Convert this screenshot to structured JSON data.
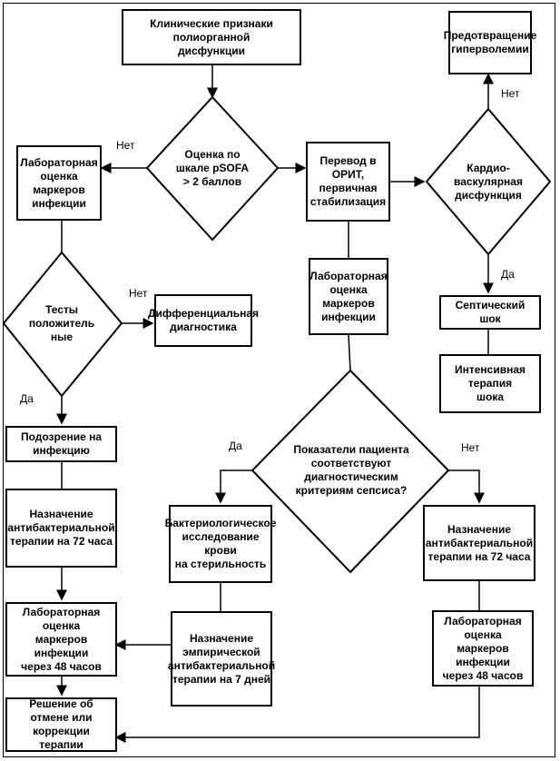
{
  "nodes": {
    "clinical_signs": "Клинические признаки полиорганной\nдисфункции",
    "psofa_decision": "Оценка по\nшкале pSOFA\n> 2 баллов",
    "lab_markers_left": "Лабораторная\nоценка маркеров\nинфекции",
    "tests_positive": "Тесты\nположитель\nные",
    "differential_diagnosis": "Дифференциальная\nдиагностика",
    "suspected_infection": "Подозрение на инфекцию",
    "antibacterial_72_left": "Назначение\nантибактериальной\nтерапии на 72 часа",
    "lab_markers_48_left": "Лабораторная оценка\nмаркеров инфекции\nчерез 48 часов",
    "decision_cancel": "Решение об отмене или\nкоррекции терапии",
    "icu_transfer": "Перевод в ОРИТ,\nпервичная\nстабилизация",
    "lab_markers_center": "Лабораторная\nоценка маркеров\nинфекции",
    "sepsis_criteria": "Показатели пациента\nсоответствуют\nдиагностическим\nкритериям сепсиса?",
    "bacteriological": "Бактериологическое\nисследование крови\nна стерильность",
    "empirical_therapy": "Назначение\nэмпирической\nантибактериальной\nтерапии на 7 дней",
    "cardio_decision": "Кардио-\nваскулярная\nдисфункция",
    "prevent_hypervolemia": "Предотвращение\nгиперволемии",
    "septic_shock": "Септический шок",
    "intensive_therapy": "Интенсивная терапия\nшока",
    "antibacterial_72_right": "Назначение\nантибактериальной\nтерапии на 72 часа",
    "lab_markers_48_right": "Лабораторная оценка\nмаркеров инфекции\nчерез 48 часов"
  },
  "labels": {
    "no_psofa": "Нет",
    "no_tests": "Нет",
    "yes_tests": "Да",
    "no_cardio": "Нет",
    "yes_cardio": "Да",
    "yes_sepsis": "Да",
    "no_sepsis": "Нет"
  }
}
